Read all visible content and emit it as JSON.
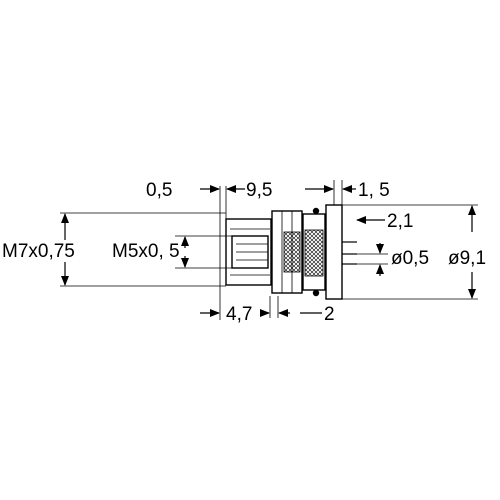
{
  "dimensions": {
    "d_0_5_left": "0,5",
    "d_9_5": "9,5",
    "d_1_5": "1, 5",
    "d_2_1": "2,1",
    "d_m7": "M7x0,75",
    "d_m5": "M5x0, 5",
    "d_dia_0_5": "ø0,5",
    "d_dia_9_1": "ø9,1",
    "d_4_7": "4,7",
    "d_2": "2"
  }
}
